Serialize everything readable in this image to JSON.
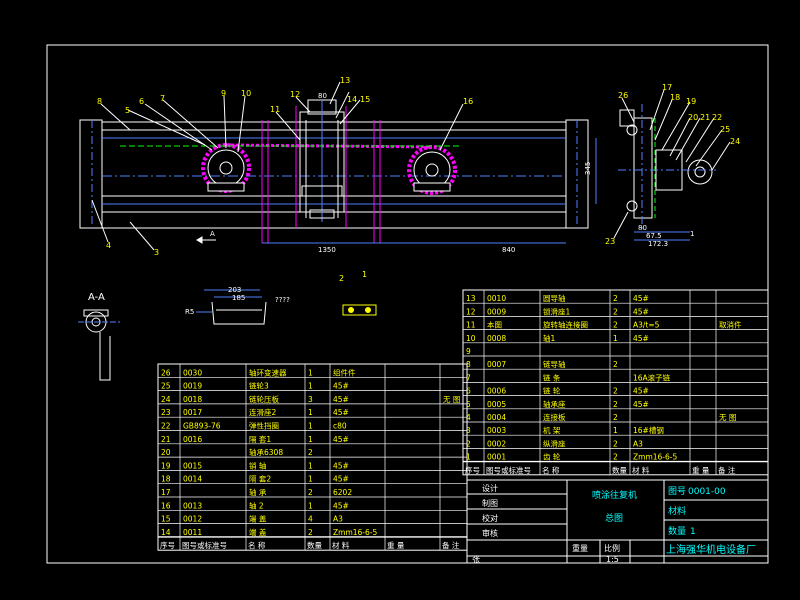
{
  "colors": {
    "background": "#000000",
    "frame": "#ffffff",
    "table_line": "#ffffff",
    "table_text": "#ffff00",
    "machine": "#ffffff",
    "rail_magenta": "#ff00ff",
    "guide_green": "#00ff00",
    "title_cyan": "#00ffff",
    "dim_blue": "#4f7fff",
    "callout_yellow": "#ffff00"
  },
  "callouts_front": [
    "8",
    "5",
    "6",
    "7",
    "9",
    "10",
    "11",
    "12",
    "13",
    "14",
    "15",
    "16",
    "4",
    "3"
  ],
  "callouts_side": [
    "26",
    "17",
    "18",
    "19",
    "20",
    "21",
    "22",
    "25",
    "24",
    "23"
  ],
  "callouts_detail": [
    "2",
    "1"
  ],
  "dims": {
    "d1350": "1350",
    "d840": "840",
    "d345": "345",
    "d185": "185",
    "d203": "203",
    "d80": "80",
    "side_dims": [
      "80",
      "67.5",
      "1",
      "172.3"
    ]
  },
  "section_label": "A-A",
  "arrow_label": "A",
  "detail_note": "????",
  "detail_r": "R5",
  "parts_right": {
    "rows": [
      {
        "no": "13",
        "code": "0010",
        "name": "圆导轴",
        "qty": "2",
        "mat": "45#",
        "weight": "",
        "remark": ""
      },
      {
        "no": "12",
        "code": "0009",
        "name": "锁滑座1",
        "qty": "2",
        "mat": "45#",
        "weight": "",
        "remark": ""
      },
      {
        "no": "11",
        "code": "本图",
        "name": "旋转轴连接圈",
        "qty": "2",
        "mat": "A3/t=5",
        "weight": "",
        "remark": "取消件"
      },
      {
        "no": "10",
        "code": "0008",
        "name": "轴1",
        "qty": "1",
        "mat": "45#",
        "weight": "",
        "remark": ""
      },
      {
        "no": "9",
        "code": "",
        "name": "",
        "qty": "",
        "mat": "",
        "weight": "",
        "remark": ""
      },
      {
        "no": "8",
        "code": "0007",
        "name": "链导轴",
        "qty": "2",
        "mat": "",
        "weight": "",
        "remark": ""
      },
      {
        "no": "7",
        "code": "",
        "name": "链 条",
        "qty": "",
        "mat": "16A滚子链",
        "weight": "",
        "remark": ""
      },
      {
        "no": "6",
        "code": "0006",
        "name": "链 轮",
        "qty": "2",
        "mat": "45#",
        "weight": "",
        "remark": ""
      },
      {
        "no": "5",
        "code": "0005",
        "name": "轴承座",
        "qty": "2",
        "mat": "45#",
        "weight": "",
        "remark": ""
      },
      {
        "no": "4",
        "code": "0004",
        "name": "连接板",
        "qty": "2",
        "mat": "",
        "weight": "",
        "remark": "无 图"
      },
      {
        "no": "3",
        "code": "0003",
        "name": "机 架",
        "qty": "1",
        "mat": "16#槽钢",
        "weight": "",
        "remark": ""
      },
      {
        "no": "2",
        "code": "0002",
        "name": "纵滑座",
        "qty": "2",
        "mat": "A3",
        "weight": "",
        "remark": ""
      },
      {
        "no": "1",
        "code": "0001",
        "name": "齿 轮",
        "qty": "2",
        "mat": "Zmm16-6-5",
        "weight": "",
        "remark": ""
      }
    ],
    "header": {
      "no": "序号",
      "code": "图号或标准号",
      "name": "名 称",
      "qty": "数量",
      "mat": "材 料",
      "weight": "重 量",
      "remark": "备 注"
    }
  },
  "parts_left": {
    "rows": [
      {
        "no": "26",
        "code": "0030",
        "name": "轴环变速器",
        "qty": "1",
        "mat": "组件件",
        "weight": "",
        "remark": ""
      },
      {
        "no": "25",
        "code": "0019",
        "name": "链轮3",
        "qty": "1",
        "mat": "45#",
        "weight": "",
        "remark": ""
      },
      {
        "no": "24",
        "code": "0018",
        "name": "链轮压板",
        "qty": "3",
        "mat": "45#",
        "weight": "",
        "remark": "无 图"
      },
      {
        "no": "23",
        "code": "0017",
        "name": "连滑座2",
        "qty": "1",
        "mat": "45#",
        "weight": "",
        "remark": ""
      },
      {
        "no": "22",
        "code": "GB893-76",
        "name": "弹性挡圈",
        "qty": "1",
        "mat": "c80",
        "weight": "",
        "remark": ""
      },
      {
        "no": "21",
        "code": "0016",
        "name": "隔 套1",
        "qty": "1",
        "mat": "45#",
        "weight": "",
        "remark": ""
      },
      {
        "no": "20",
        "code": "",
        "name": "轴承6308",
        "qty": "2",
        "mat": "",
        "weight": "",
        "remark": ""
      },
      {
        "no": "19",
        "code": "0015",
        "name": "销 轴",
        "qty": "1",
        "mat": "45#",
        "weight": "",
        "remark": ""
      },
      {
        "no": "18",
        "code": "0014",
        "name": "隔 套2",
        "qty": "1",
        "mat": "45#",
        "weight": "",
        "remark": ""
      },
      {
        "no": "17",
        "code": "",
        "name": "轴 承",
        "qty": "2",
        "mat": "6202",
        "weight": "",
        "remark": ""
      },
      {
        "no": "16",
        "code": "0013",
        "name": "轴 2",
        "qty": "1",
        "mat": "45#",
        "weight": "",
        "remark": ""
      },
      {
        "no": "15",
        "code": "0012",
        "name": "端 盖",
        "qty": "4",
        "mat": "A3",
        "weight": "",
        "remark": ""
      },
      {
        "no": "14",
        "code": "0011",
        "name": "端 盖",
        "qty": "2",
        "mat": "Zmm16-6-5",
        "weight": "",
        "remark": ""
      }
    ],
    "header": {
      "no": "序号",
      "code": "图号或标准号",
      "name": "名 称",
      "qty": "数量",
      "mat": "材 料",
      "weight": "重 量",
      "remark": "备 注"
    }
  },
  "title_block": {
    "roles": [
      "设计",
      "制图",
      "校对",
      "审核"
    ],
    "drawing_name_1": "喷涂往复机",
    "drawing_name_2": "总图",
    "drawing_no_label": "图号",
    "drawing_no": "0001-00",
    "material_label": "材料",
    "quantity_label": "数量",
    "quantity": "1",
    "weight_label": "重量",
    "scale_label": "比例",
    "scale": "1:5",
    "sheet_label": "张",
    "company": "上海强华机电设备厂"
  }
}
